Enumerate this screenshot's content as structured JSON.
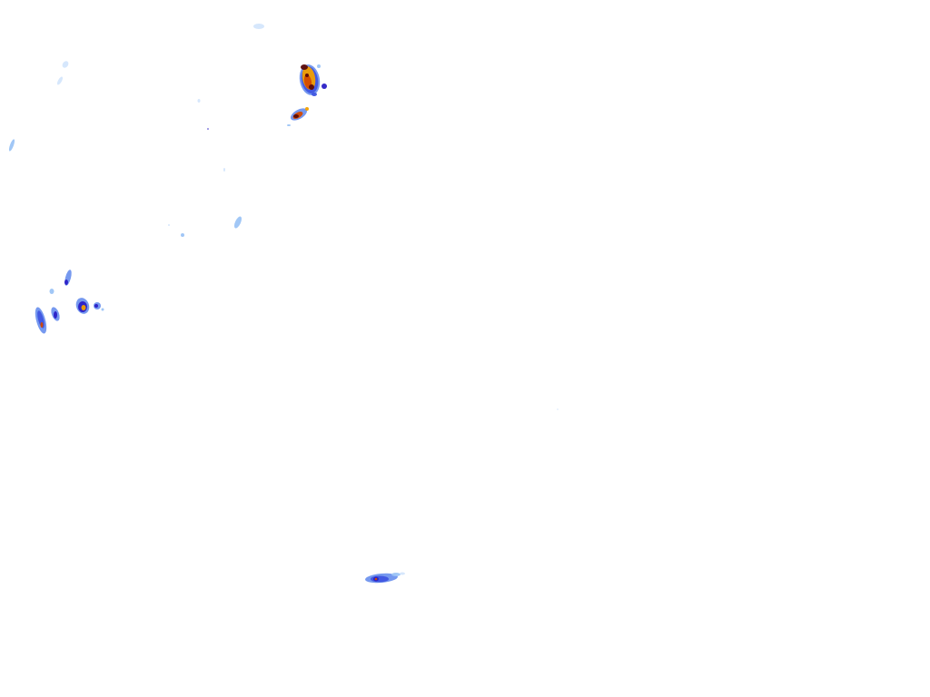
{
  "map": {
    "layer": "precipitation-radar-overlay",
    "background_color": "#ffffff",
    "intensity_palette": {
      "very-light": "#cfe3fb",
      "light": "#9cc4f5",
      "moderate": "#6f93ee",
      "medium": "#3f55e0",
      "heavy": "#2a1fc6",
      "intense": "#f2a000",
      "severe": "#d34a00",
      "extreme": "#5a0a0a"
    },
    "echo_clusters": [
      "cell-north-main",
      "cell-north-secondary",
      "cell-west-group",
      "cell-south",
      "scattered-light-echoes"
    ]
  }
}
